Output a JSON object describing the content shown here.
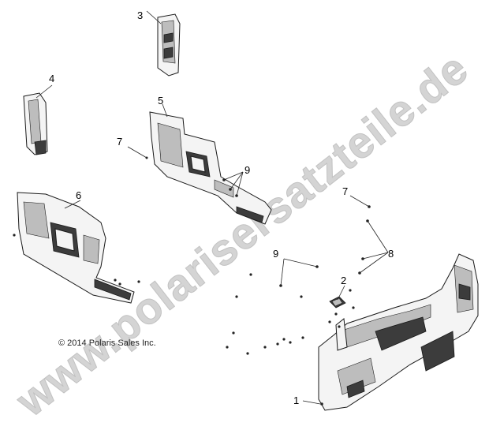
{
  "watermark": "www.polarisersatzteile.de",
  "copyright": "© 2014 Polaris Sales Inc.",
  "callouts": {
    "c1": "1",
    "c2": "2",
    "c3": "3",
    "c4": "4",
    "c5": "5",
    "c6": "6",
    "c7a": "7",
    "c7b": "7",
    "c8": "8",
    "c9a": "9",
    "c9b": "9"
  }
}
